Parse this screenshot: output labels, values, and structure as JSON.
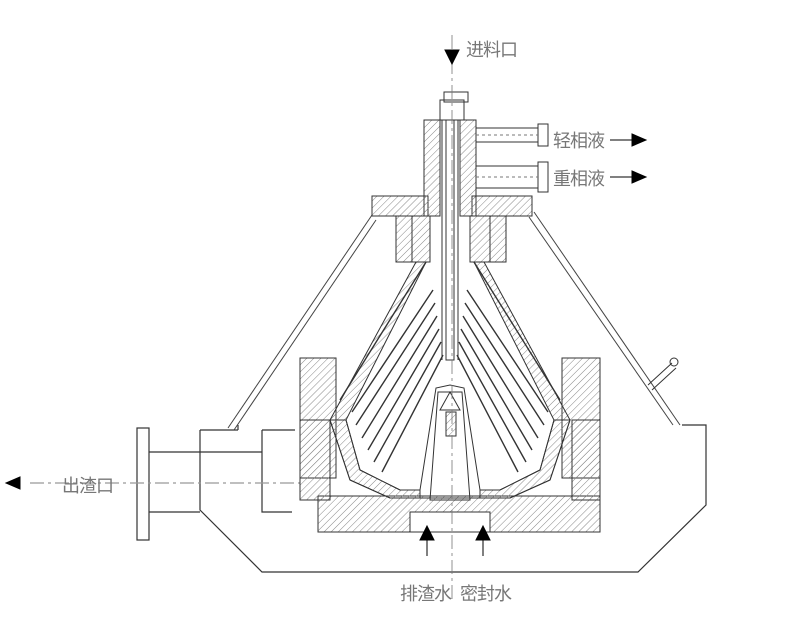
{
  "labels": {
    "feed_inlet": "进料口",
    "light_phase": "轻相液",
    "heavy_phase": "重相液",
    "slag_outlet": "出渣口",
    "discharge_water": "排渣水",
    "seal_water": "密封水"
  },
  "colors": {
    "line": "#333333",
    "hatch": "#888888",
    "text": "#777777",
    "arrow": "#000000"
  }
}
